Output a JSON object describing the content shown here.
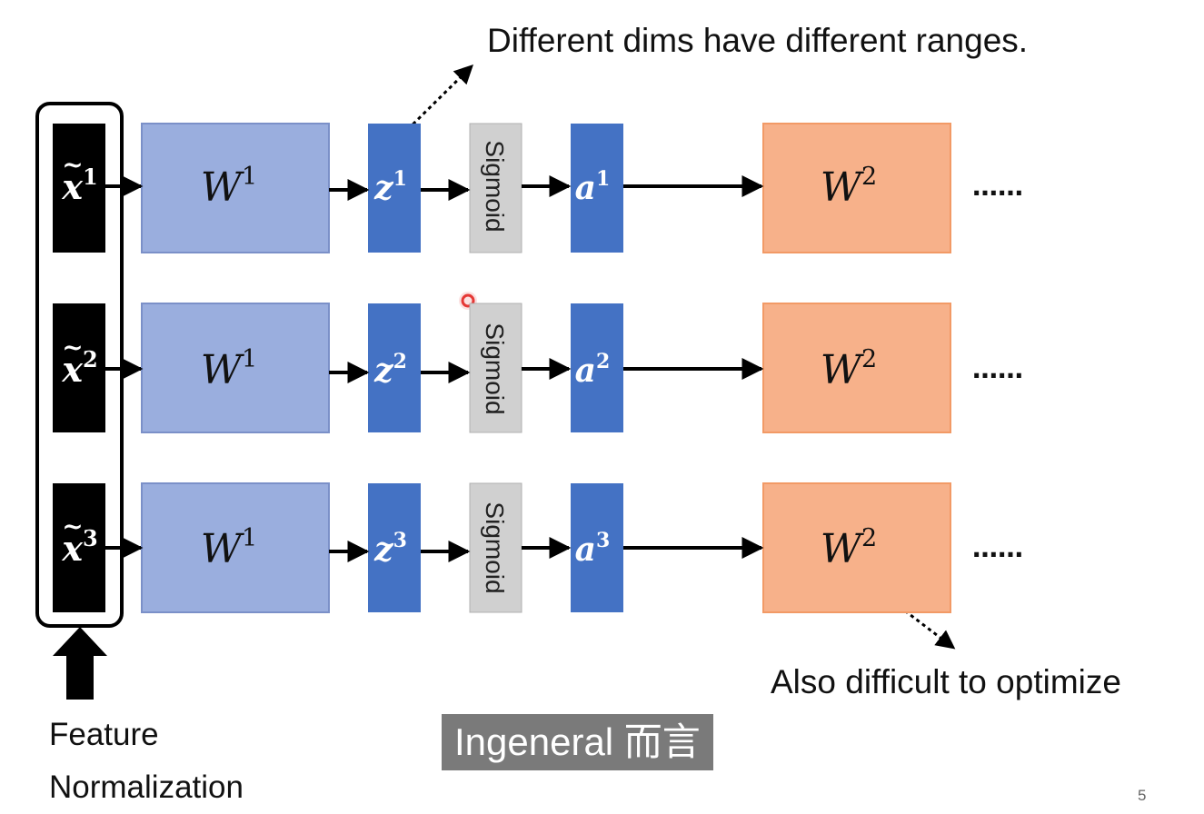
{
  "annotations": {
    "top": "Different dims have different ranges.",
    "bottom": "Also difficult to optimize"
  },
  "feature_normalization": [
    "Feature",
    "Normalization"
  ],
  "subtitle": "Ingeneral 而言",
  "page_number": "5",
  "rows": [
    {
      "input": {
        "base": "x",
        "sup": "1"
      },
      "weight1": {
        "base": "W",
        "sup": "1"
      },
      "z": {
        "base": "z",
        "sup": "1"
      },
      "activation": "Sigmoid",
      "a": {
        "base": "a",
        "sup": "1"
      },
      "weight2": {
        "base": "W",
        "sup": "2"
      },
      "ellipsis": "……"
    },
    {
      "input": {
        "base": "x",
        "sup": "2"
      },
      "weight1": {
        "base": "W",
        "sup": "1"
      },
      "z": {
        "base": "z",
        "sup": "2"
      },
      "activation": "Sigmoid",
      "a": {
        "base": "a",
        "sup": "2"
      },
      "weight2": {
        "base": "W",
        "sup": "2"
      },
      "ellipsis": "……"
    },
    {
      "input": {
        "base": "x",
        "sup": "3"
      },
      "weight1": {
        "base": "W",
        "sup": "1"
      },
      "z": {
        "base": "z",
        "sup": "3"
      },
      "activation": "Sigmoid",
      "a": {
        "base": "a",
        "sup": "3"
      },
      "weight2": {
        "base": "W",
        "sup": "2"
      },
      "ellipsis": "……"
    }
  ],
  "colors": {
    "input_block": "#000000",
    "weight1_fill": "#9aaede",
    "weight1_stroke": "#7b90c8",
    "z_fill": "#4472c4",
    "sigmoid_fill": "#d0d0d0",
    "weight2_fill": "#f7b18a",
    "weight2_stroke": "#f29a66",
    "cursor": "#e53935"
  }
}
